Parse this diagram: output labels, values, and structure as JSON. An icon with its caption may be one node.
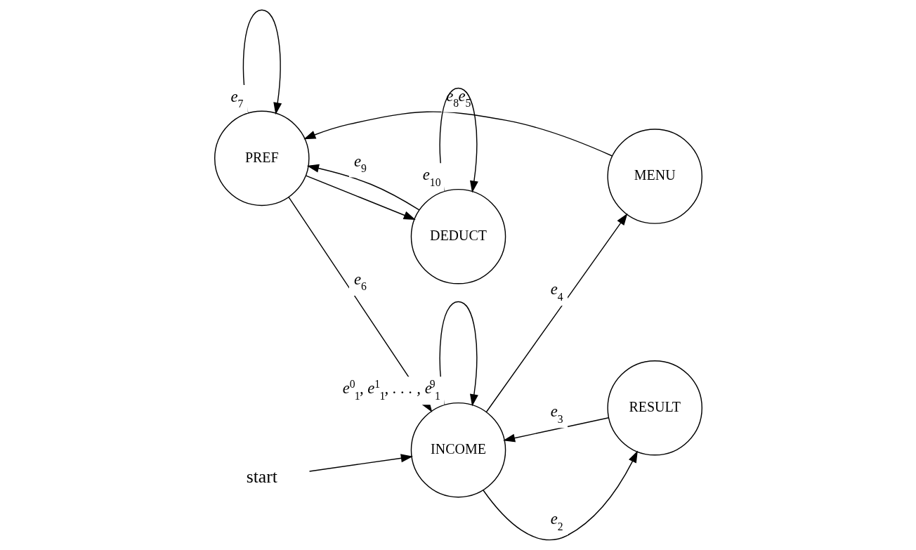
{
  "diagram": {
    "nodes": [
      {
        "text": [
          "PREF"
        ]
      },
      {
        "text": [
          "MENU"
        ]
      },
      {
        "text": [
          "start"
        ]
      },
      {
        "text": [
          "INCOME"
        ]
      },
      {
        "text": [
          "RESULT"
        ]
      },
      {
        "text": [
          "DEDUCT"
        ]
      }
    ],
    "edges": [
      {
        "from": 0,
        "to": 0,
        "arrow": "to",
        "label": "e$_{7}$"
      },
      {
        "from": 0,
        "to": 3,
        "arrow": "to",
        "label": "e$_{6}$"
      },
      {
        "from": 2,
        "to": 3,
        "arrow": "to"
      },
      {
        "from": 3,
        "to": 4,
        "arrow": "to",
        "label": "e$_{2}$"
      },
      {
        "from": 4,
        "to": 3,
        "arrow": "to",
        "label": "e$_{3}$"
      },
      {
        "from": 3,
        "to": 1,
        "arrow": "to",
        "label": "e$_{4}$"
      },
      {
        "from": 1,
        "to": 0,
        "arrow": "to",
        "label": "e$_{8}$e$_{5}$"
      },
      {
        "from": 3,
        "to": 3,
        "arrow": "to",
        "label": "e$^{0}$$_{1}$, e$^{1}$$_{1}$, . . . , e$^{9}$$_{1}$"
      },
      {
        "from": 0,
        "to": 5,
        "arrow": "to"
      },
      {
        "from": 5,
        "to": 0,
        "arrow": "to",
        "label": "e$_{9}$"
      },
      {
        "from": 5,
        "to": 5,
        "arrow": "to",
        "label": "e$_{10}$"
      }
    ]
  }
}
